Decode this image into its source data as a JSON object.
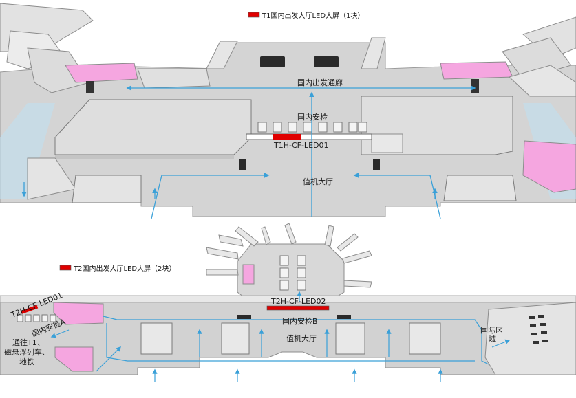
{
  "legend": {
    "t1": "T1国内出发大厅LED大屏（1块）",
    "t2": "T2国内出发大厅LED大屏（2块）",
    "marker_color": "#e00000"
  },
  "t1": {
    "corridor": "国内出发通廊",
    "security": "国内安检",
    "screen": "T1H-CF-LED01",
    "checkin": "值机大厅"
  },
  "t2": {
    "screen_left": "T2H-CF-LED01",
    "screen_center": "T2H-CF-LED02",
    "security_a": "国内安检A",
    "security_b": "国内安检B",
    "checkin": "值机大厅",
    "international_1": "国际区",
    "international_2": "域",
    "exit_1": "通往T1、",
    "exit_2": "磁悬浮列车、",
    "exit_3": "地铁"
  },
  "colors": {
    "floor": "#cfcfcf",
    "wall": "#e6e6e6",
    "wall_edge": "#9a9a9a",
    "zone_pink": "#f5a6e0",
    "flow_blue": "#3aa0d8",
    "glass": "#b8dcf0"
  }
}
